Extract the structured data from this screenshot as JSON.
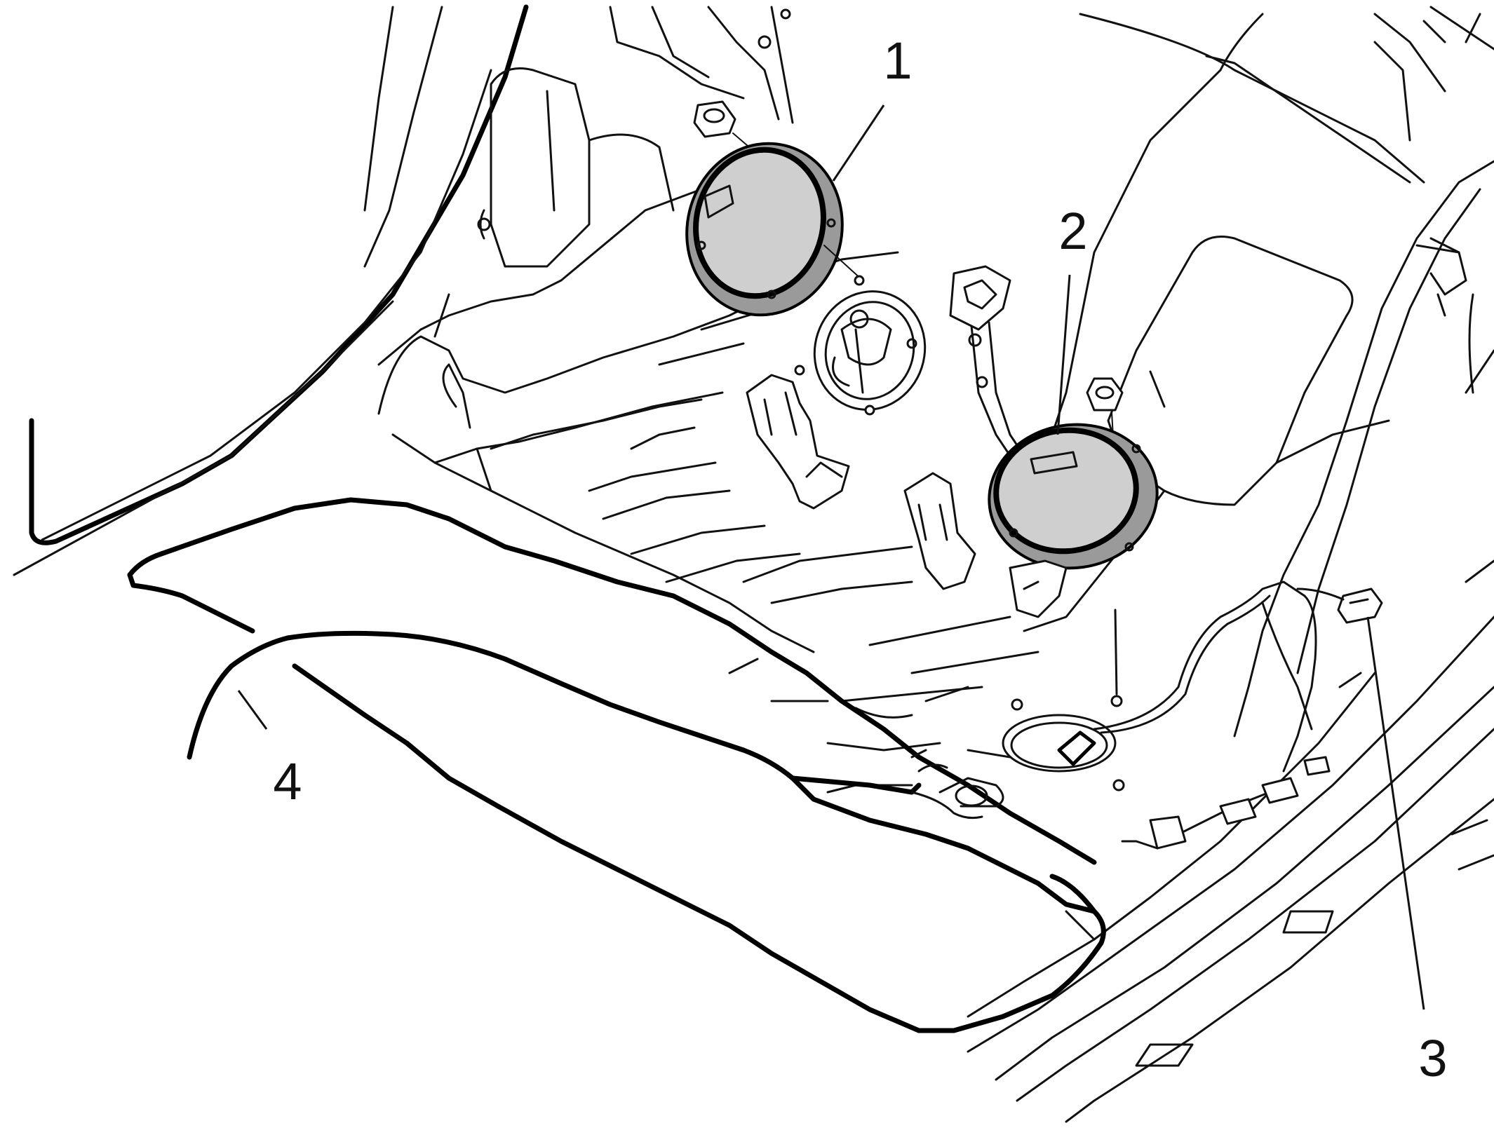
{
  "callouts": [
    {
      "id": "1",
      "label": "1"
    },
    {
      "id": "2",
      "label": "2"
    },
    {
      "id": "3",
      "label": "3"
    },
    {
      "id": "4",
      "label": "4"
    }
  ],
  "colors": {
    "line": "#111111",
    "cover_fill": "#cfcfcf",
    "background": "#ffffff"
  }
}
